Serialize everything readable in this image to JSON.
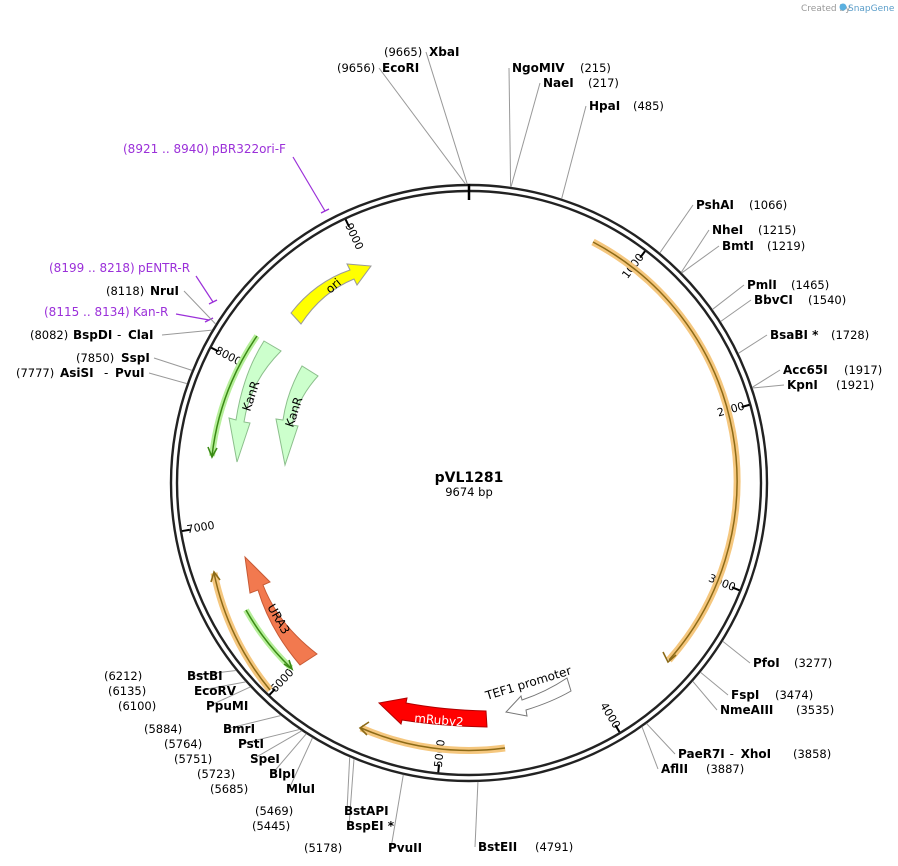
{
  "plasmid": {
    "name": "pVL1281",
    "size_label": "9674 bp"
  },
  "credit": {
    "created_by": "Created by",
    "brand": "SnapGene"
  },
  "ticks": [
    {
      "label": "1000",
      "bp": 1000
    },
    {
      "label": "2000",
      "bp": 2000
    },
    {
      "label": "3000",
      "bp": 3000
    },
    {
      "label": "4000",
      "bp": 4000
    },
    {
      "label": "5000",
      "bp": 5000
    },
    {
      "label": "6000",
      "bp": 6000
    },
    {
      "label": "7000",
      "bp": 7000
    },
    {
      "label": "8000",
      "bp": 8000
    },
    {
      "label": "9000",
      "bp": 9000
    }
  ],
  "sites": [
    {
      "name": "XbaI",
      "pos": "(9665)",
      "bp": 9665
    },
    {
      "name": "EcoRI",
      "pos": "(9656)",
      "bp": 9656
    },
    {
      "name": "NgoMIV",
      "pos": "(215)",
      "bp": 215
    },
    {
      "name": "NaeI",
      "pos": "(217)",
      "bp": 217
    },
    {
      "name": "HpaI",
      "pos": "(485)",
      "bp": 485
    },
    {
      "name": "PshAI",
      "pos": "(1066)",
      "bp": 1066
    },
    {
      "name": "NheI",
      "pos": "(1215)",
      "bp": 1215
    },
    {
      "name": "BmtI",
      "pos": "(1219)",
      "bp": 1219
    },
    {
      "name": "PmlI",
      "pos": "(1465)",
      "bp": 1465
    },
    {
      "name": "BbvCI",
      "pos": "(1540)",
      "bp": 1540
    },
    {
      "name": "BsaBI *",
      "pos": "(1728)",
      "bp": 1728
    },
    {
      "name": "Acc65I",
      "pos": "(1917)",
      "bp": 1917
    },
    {
      "name": "KpnI",
      "pos": "(1921)",
      "bp": 1921
    },
    {
      "name": "PfoI",
      "pos": "(3277)",
      "bp": 3277
    },
    {
      "name": "FspI",
      "pos": "(3474)",
      "bp": 3474
    },
    {
      "name": "NmeAIII",
      "pos": "(3535)",
      "bp": 3535
    },
    {
      "name": "PaeR7I",
      "sep": "-",
      "name2": "XhoI",
      "pos": "(3858)",
      "bp": 3858
    },
    {
      "name": "AflII",
      "pos": "(3887)",
      "bp": 3887
    },
    {
      "name": "BstEII",
      "pos": "(4791)",
      "bp": 4791
    },
    {
      "name": "PvuII",
      "pos": "(5178)",
      "bp": 5178
    },
    {
      "name": "BspEI *",
      "pos": "(5445)",
      "bp": 5445
    },
    {
      "name": "BstAPI",
      "pos": "(5469)",
      "bp": 5469
    },
    {
      "name": "MluI",
      "pos": "(5685)",
      "bp": 5685
    },
    {
      "name": "BlpI",
      "pos": "(5723)",
      "bp": 5723
    },
    {
      "name": "SpeI",
      "pos": "(5751)",
      "bp": 5751
    },
    {
      "name": "PstI",
      "pos": "(5764)",
      "bp": 5764
    },
    {
      "name": "BmrI",
      "pos": "(5884)",
      "bp": 5884
    },
    {
      "name": "PpuMI",
      "pos": "(6100)",
      "bp": 6100
    },
    {
      "name": "EcoRV",
      "pos": "(6135)",
      "bp": 6135
    },
    {
      "name": "BstBI",
      "pos": "(6212)",
      "bp": 6212
    },
    {
      "name": "AsiSI",
      "sep": "-",
      "name2": "PvuI",
      "pos": "(7777)",
      "bp": 7777
    },
    {
      "name": "SspI",
      "pos": "(7850)",
      "bp": 7850
    },
    {
      "name": "BspDI",
      "sep": "-",
      "name2": "ClaI",
      "pos": "(8082)",
      "bp": 8082
    },
    {
      "name": "NruI",
      "pos": "(8118)",
      "bp": 8118
    }
  ],
  "primers": [
    {
      "range": "(8921 .. 8940)",
      "name": "pBR322ori-F",
      "bp": 8930
    },
    {
      "range": "(8199 .. 8218)",
      "name": "pENTR-R",
      "bp": 8208
    },
    {
      "range": "(8115 .. 8134)",
      "name": "Kan-R",
      "bp": 8124
    }
  ],
  "features": [
    {
      "name": "ori",
      "color": "#ffff00"
    },
    {
      "name": "KanR",
      "color": "#ccffcc"
    },
    {
      "name": "KanR",
      "color": "#ccffcc"
    },
    {
      "name": "URA3",
      "color": "#f2794f"
    },
    {
      "name": "mRuby2",
      "color": "#ff0000"
    },
    {
      "name": "TEF1 promoter",
      "color": "#ffffff"
    }
  ],
  "colors": {
    "orf_arc": "#f5c77e",
    "orf_line": "#8c6a17",
    "green_arc": "#b6ef9a",
    "green_line": "#3a8a14",
    "primer": "#9b30d9"
  }
}
